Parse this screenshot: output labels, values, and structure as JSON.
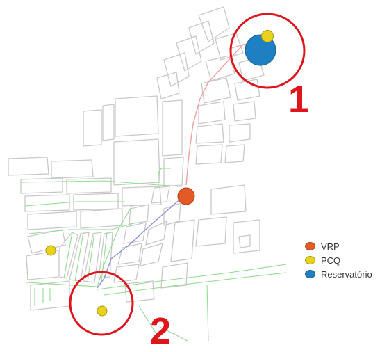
{
  "legend": {
    "items": [
      {
        "label": "VRP",
        "color": "#e25a26"
      },
      {
        "label": "PCQ",
        "color": "#e8d21c"
      },
      {
        "label": "Reservatório",
        "color": "#1e7fc2"
      }
    ]
  },
  "areas": [
    {
      "number": "1",
      "color": "#e0141b"
    },
    {
      "number": "2",
      "color": "#e0141b"
    }
  ],
  "colors": {
    "block_outline": "#c8c8c8",
    "pipe_high": "#f0a0a0",
    "pipe_main": "#8a8ee0",
    "pipe_network": "#8fdc8f",
    "highlight_circle": "#e0141b"
  }
}
